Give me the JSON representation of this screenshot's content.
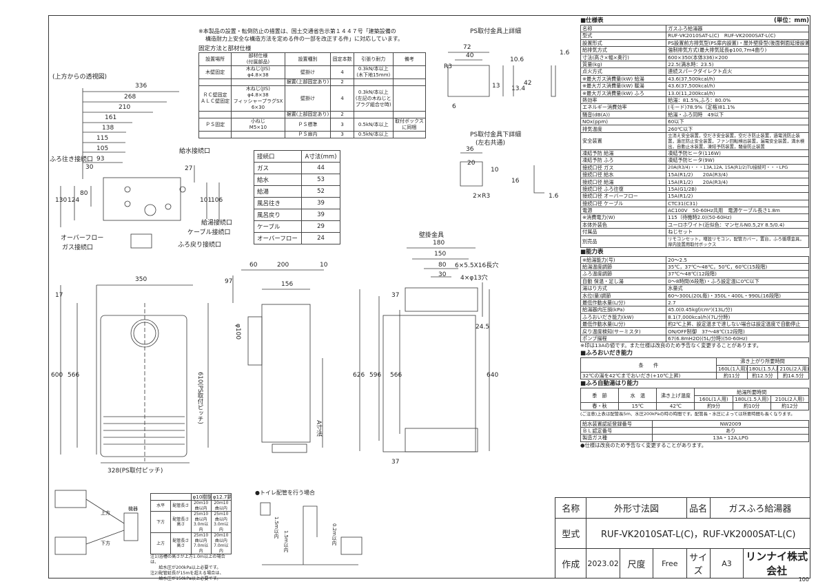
{
  "header_notes": {
    "note_top_1": "※本製品の設置・転倒防止の措置は、国土交通省告示第１４４７号「建築設備の",
    "note_top_2": "構造耐力上安全な構造方法を定める件の一部を改正する件」に対応しています。",
    "fix_title": "固定方法と部材仕様"
  },
  "fix_table": {
    "headers": [
      "設置場所",
      "部材仕様\n(付属部品)",
      "設置種別",
      "固定本数",
      "引張り耐力",
      "備考"
    ],
    "rows": [
      [
        "木壁固定",
        "木ねじ(JIS)\nφ4.8×38",
        "壁掛け",
        "4",
        "0.3kN/本以上\n(木下地15mm)",
        ""
      ],
      [
        "",
        "",
        "据置(上部固定あり)",
        "2",
        "",
        ""
      ],
      [
        "ＲＣ壁固定\nＡＬＣ壁固定",
        "木ねじ(JIS)\nφ4.8×38\nフィッシャープラグSX\n6×30",
        "壁掛け",
        "4",
        "0.3kN/本以上\n(左記の木ねじと\nプラグ組合せ時)",
        ""
      ],
      [
        "",
        "",
        "据置(上部固定あり)",
        "2",
        "",
        ""
      ],
      [
        "ＰＳ固定",
        "小ねじ\nM5×10",
        "ＰＳ標準",
        "3",
        "0.5kN/本以上",
        "取付ボックス\nに同梱"
      ],
      [
        "",
        "",
        "ＰＳ扉内",
        "3",
        "0.5kN/本以上",
        ""
      ]
    ]
  },
  "view_label": "(上方からの透視図)",
  "top_view": {
    "dims": [
      "336",
      "268",
      "210",
      "161",
      "138",
      "115",
      "105",
      "93"
    ],
    "vdims_left": [
      "30",
      "130",
      "124",
      "80"
    ],
    "vdims_right": [
      "27",
      "101",
      "106"
    ],
    "labels": {
      "furo_out": "ふろ往き接続口",
      "water_in": "給水接続口",
      "hot_out": "給湯接続口",
      "cable": "ケーブル接続口",
      "overflow": "オーバーフロー",
      "gas": "ガス接続口",
      "furo_back": "ふろ戻り接続口"
    }
  },
  "a_table": {
    "headers": [
      "接続口",
      "A寸法(mm)"
    ],
    "rows": [
      [
        "ガス",
        "44"
      ],
      [
        "給水",
        "53"
      ],
      [
        "給湯",
        "52"
      ],
      [
        "風呂往き",
        "39"
      ],
      [
        "風呂戻り",
        "39"
      ],
      [
        "ケーブル",
        "29"
      ],
      [
        "オーバーフロー",
        "24"
      ]
    ]
  },
  "ps_bracket": {
    "title_top": "PS取付金具上詳細",
    "dims_top": [
      "72",
      "40",
      "R3",
      "6",
      "13",
      "10.6",
      "13.4",
      "42",
      "1.6"
    ],
    "title_bottom": "PS取付金具下詳細",
    "subtitle_bottom": "(左右共通)",
    "dims_bottom": [
      "36",
      "20",
      "2×R3",
      "10",
      "16",
      "1.6"
    ]
  },
  "wall_bracket": {
    "title": "壁掛金具",
    "dims": [
      "180",
      "150",
      "80",
      "30",
      "6×5.5X16長穴",
      "4×φ13穴"
    ]
  },
  "front_view": {
    "dims": [
      "350",
      "17",
      "600",
      "566",
      "610(PS取付ピッチ)",
      "328(PS取付ピッチ)"
    ]
  },
  "side_view": {
    "dims": [
      "60",
      "200",
      "10",
      "97",
      "156",
      "φ100",
      "A寸法"
    ]
  },
  "rear_view": {
    "dims": [
      "37",
      "626",
      "596",
      "566",
      "640",
      "24.5",
      "37"
    ]
  },
  "spec": {
    "title": "■仕様表",
    "unit": "(単位：mm)",
    "rows": [
      [
        "名称",
        "ガスふろ給湯器"
      ],
      [
        "型式",
        "RUF-VK2010SAT-L(C)　RUF-VK2000SAT-L(C)"
      ],
      [
        "設置形式",
        "PS設置前方排気型(PS扉内設置)・屋外壁掛型(後面側面延接設置型)"
      ],
      [
        "給排気方式",
        "強制排気方式(最大排気延長φ100,7m4曲り)"
      ],
      [
        "寸法(高さ×幅×奥行)",
        "600×350(本体336)×200"
      ],
      [
        "質量(kg)",
        "22.5(満水時：23.5)"
      ],
      [
        "点火方式",
        "連続スパークダイレクト点火"
      ],
      [
        "※最大ガス消費量(kW) 給湯",
        "43.6(37,500kcal/h)"
      ],
      [
        "※最大ガス消費量(kW) 暖湯",
        "43.6(37,500kcal/h)"
      ],
      [
        "※最大ガス消費量(kW) ふろ",
        "13.0(11,200kcal/h)"
      ],
      [
        "熱効率",
        "給湯：81.5%,ふろ：80.0%"
      ],
      [
        "エネルギー消費効率",
        "(モード)78.9%（定格)81.1%"
      ],
      [
        "騒音(dB(A))",
        "給湯・ふろ同時　49以下"
      ],
      [
        "NOx(ppm)",
        "60以下"
      ],
      [
        "排気温度",
        "260℃以下"
      ],
      [
        "安全装置",
        "立消え安全装置，空だき安全装置，空だき防止装置，過電流防止装置，過圧防止安全装置，ファン回転検出装置，漏電安全装置，満水検出，自動止水装置，凍結予防装置，騒音防止装置"
      ],
      [
        "凍結予防 給湯",
        "凍結予防ヒータ(116W)"
      ],
      [
        "凍結予防 ふろ",
        "凍結予防ヒータ(9W)"
      ],
      [
        "接続口径 ガス",
        "20A(R3/4)・・・13A,12A, 15A(R1/2)TU接続可・・・LPG"
      ],
      [
        "接続口径 給水",
        "15A(R1/2)　　20A(R3/4)"
      ],
      [
        "接続口径 給湯",
        "15A(R1/2)　　20A(R3/4)"
      ],
      [
        "接続口径 ふろ往復",
        "15A(G1/2B)"
      ],
      [
        "接続口径 オーバーフロー",
        "15A(R1/2)"
      ],
      [
        "接続口径 ケーブル",
        "CTC31(C31)"
      ],
      [
        "電源",
        "AC100V　50-60Hz共用　電源ケーブル長さ1.8m"
      ],
      [
        "※消費電力(W)",
        "115（待機時2.0)(50-60Hz)"
      ],
      [
        "本体外装色",
        "ユーロホワイト(近似色：マンセルN0.5,2Y 8.5/0.4)"
      ],
      [
        "付属品",
        "ねじセット"
      ],
      [
        "別売品",
        "リモコンセット，増設リモコン，配管カバー，置台，ふろ循環金具，扉内設置用取付ボックス"
      ]
    ]
  },
  "ability": {
    "title": "■能力表",
    "rows": [
      [
        "※給湯能力(号)",
        "20～2.5"
      ],
      [
        "給湯温度調節",
        "35℃，37℃～48℃，50℃，60℃(15段階)"
      ],
      [
        "ふろ温度調節",
        "37℃～48℃(12段階)"
      ],
      [
        "自動 保温・足し湯",
        "0～8時間(6段階)・ふろ設定温に0℃以下"
      ],
      [
        "湯はり方式",
        "水量式"
      ],
      [
        "水位(量)調節",
        "60～300L(20L毎)・350L・400L・990L(16段階)"
      ],
      [
        "最低作動水量(L/分)",
        "2.7"
      ],
      [
        "給湯器内圧損(kPa)",
        "45.0(0.45kgf/cm²)(13L/分)"
      ],
      [
        "ふろおいだき能力(kW)",
        "8.1(7,000kcal/h)(7L/分時)"
      ],
      [
        "最低作動水量(L/分)",
        "約2℃上昇、設定温まで達しない場合は設定温度で自動停止"
      ],
      [
        "戻り温度検知(サーミスタ)",
        "ON/OFF制御　37～48℃(12段階)"
      ],
      [
        "ポンプ揚程",
        "67(6.8mH2O)(5L/分時)(50-60Hz)"
      ]
    ],
    "note": "※印は13Aの値です。また仕様は改良のため予告なく変更することがあります。"
  },
  "oidaki": {
    "title": "■ふろおいだき能力",
    "col_cond": "条　　件",
    "col_time": "沸き上がり所要時間",
    "sub": [
      "160L(1人用)",
      "180L(1.5人用)",
      "210L(2人用)"
    ],
    "row_label": "32℃の湯を42℃までおいだき(+10℃上昇)",
    "row_vals": [
      "約11分",
      "約12.5分",
      "約14.5分"
    ]
  },
  "auto_fill": {
    "title": "■ふろ自動湯はり能力",
    "headers": [
      "季　節",
      "水　温",
      "沸き上げ温度",
      "給湯所要時間"
    ],
    "sub": [
      "160L(1人用)",
      "180L(1.5人用)",
      "210L(2人用)"
    ],
    "row": [
      "春・秋",
      "15℃",
      "42℃",
      "約9分",
      "約10分",
      "約12分"
    ],
    "note": "(ご注意)上表は配管長5m、水圧200kPaの時の時間です。配管長・水圧によっては所要時間も長くなります。"
  },
  "cert": [
    [
      "給水装置認証登録番号",
      "NW2009"
    ],
    [
      "ＢＬ認定番号",
      "あり"
    ],
    [
      "製造ガス種",
      "13A・12A,LPG"
    ]
  ],
  "cert_note": "●仕様は改良のため予告なく変更することがあります。",
  "pipe": {
    "headers": [
      "",
      "φ10樹脂管",
      "φ12.7銅管"
    ],
    "rows": [
      [
        "水平",
        "配管長さ",
        "20m10曲以内",
        "20m10曲以内"
      ],
      [
        "下方",
        "配管長さ\n高さ",
        "25m10曲以内\n3.0m以内",
        "25m10曲以内\n3.0m以内"
      ],
      [
        "上方",
        "配管長さ\n高さ",
        "25m10曲以内\n7.0m以内",
        "20m10曲以内\n7.0m以内"
      ]
    ],
    "notes": [
      "注1)浴槽の高さが上方1.0m以上の場合は、",
      "　　給水圧が200kPa以上必要です。",
      "注2)配管延長が15mを超える場合は、",
      "　　給水圧が150kPa以上必要です。"
    ],
    "trap_label": "●トイレ配管を行う場合",
    "fill_labels": [
      "上方",
      "下方",
      "機器"
    ],
    "trap_dims": [
      "1.5m以内",
      "1.5m以内",
      "0.2m以内"
    ]
  },
  "title_block": {
    "name_label": "名称",
    "name_value": "外形寸法図",
    "product_label": "品名",
    "product_value": "ガスふろ給湯器",
    "model_label": "型式",
    "model_value": "RUF-VK2010SAT-L(C)，RUF-VK2000SAT-L(C)",
    "made_label": "作成",
    "made_value": "2023.02",
    "scale_label": "尺度",
    "scale_value": "Free",
    "size_label": "サイズ",
    "size_value": "A3",
    "maker": "リンナイ株式会社"
  },
  "page_num": "100"
}
